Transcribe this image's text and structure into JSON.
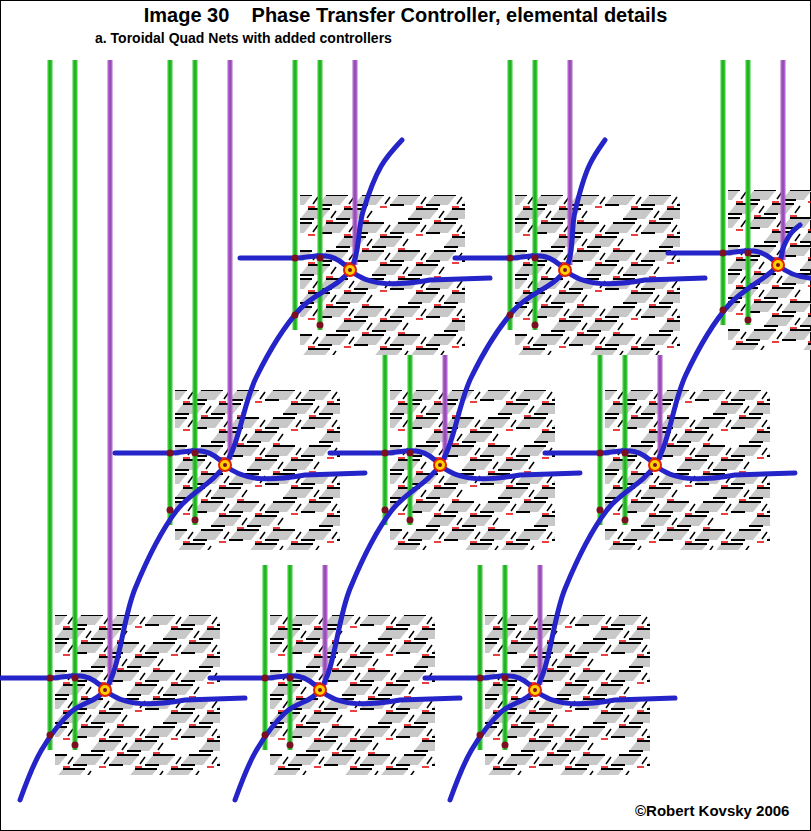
{
  "diagram": {
    "title": "Image 30    Phase Transfer Controller, elemental details",
    "labels": [
      "a. Toroidal Quad Nets with added controllers",
      "©Robert Kovsky 2006"
    ]
  }
}
